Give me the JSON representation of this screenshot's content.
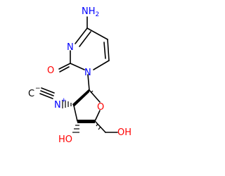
{
  "diagram": {
    "type": "chemical-structure",
    "colors": {
      "bond": "#000000",
      "nitrogen": "#0000ff",
      "oxygen": "#ff0000",
      "carbon": "#000000"
    },
    "labels": {
      "amine_main": "NH",
      "amine_sub": "2",
      "ring_n_top": "N",
      "ring_n_bottom": "N",
      "carbonyl_o": "O",
      "isocyanide_c": "C",
      "isocyanide_c_charge": "−",
      "isocyanide_n": "N",
      "isocyanide_n_charge": "+",
      "ring_o": "O",
      "ho_left": "HO",
      "oh_right": "OH"
    }
  }
}
